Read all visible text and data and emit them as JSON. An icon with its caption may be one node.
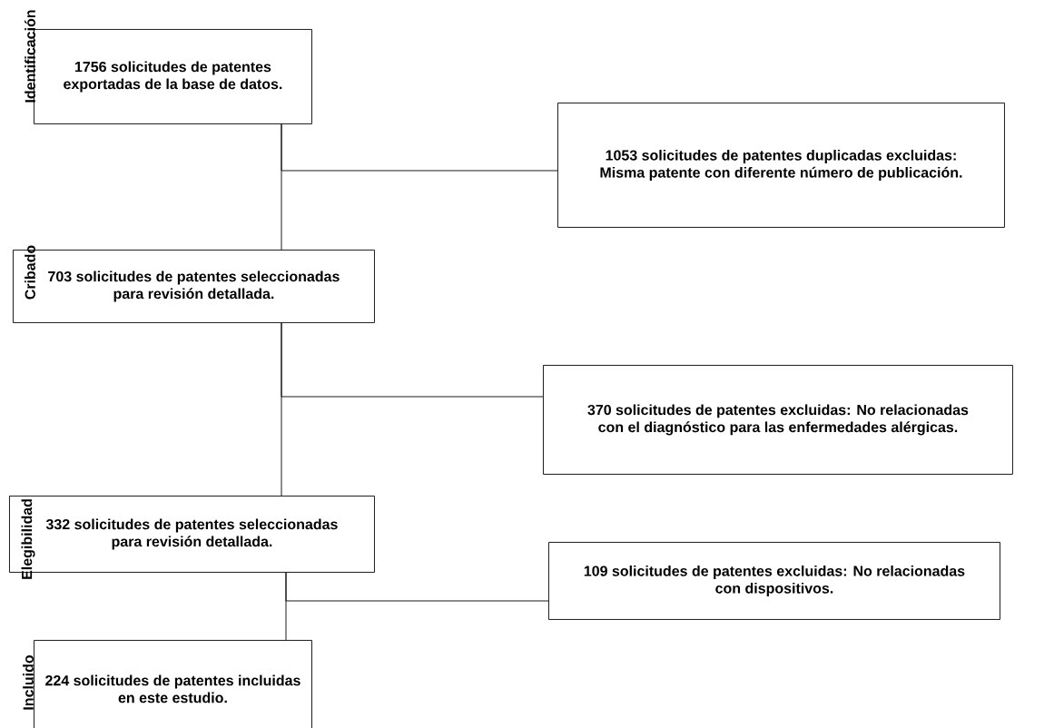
{
  "diagram": {
    "nodes": [
      {
        "text": [
          "1756 solicitudes de patentes exportadas de la base de datos."
        ]
      },
      {
        "text": [
          "1053 solicitudes de patentes duplicadas excluidas: Misma patente con diferente número de publicación."
        ]
      },
      {
        "text": [
          "703 solicitudes de patentes seleccionadas para revisión detallada."
        ]
      },
      {
        "text": [
          "370 solicitudes de patentes excluidas: No relacionadas con el diagnóstico para las enfermedades alérgicas."
        ]
      },
      {
        "text": [
          "332 solicitudes de patentes seleccionadas para revisión detallada."
        ]
      },
      {
        "text": [
          "109 solicitudes de patentes excluidas: No relacionadas con dispositivos."
        ]
      },
      {
        "text": [
          "224 solicitudes de patentes incluidas en este estudio."
        ]
      }
    ],
    "edges": [
      {
        "from": 0,
        "to": 2,
        "arrow": "none"
      },
      {
        "from": 0,
        "to": 1,
        "arrow": "none"
      },
      {
        "from": 2,
        "to": 4,
        "arrow": "none"
      },
      {
        "from": 2,
        "to": 3,
        "arrow": "none"
      },
      {
        "from": 4,
        "to": 6,
        "arrow": "none"
      },
      {
        "from": 4,
        "to": 5,
        "arrow": "none"
      }
    ],
    "labels": [
      "Identificación",
      "Cribado",
      "Elegibilidad",
      "Incluido"
    ]
  }
}
